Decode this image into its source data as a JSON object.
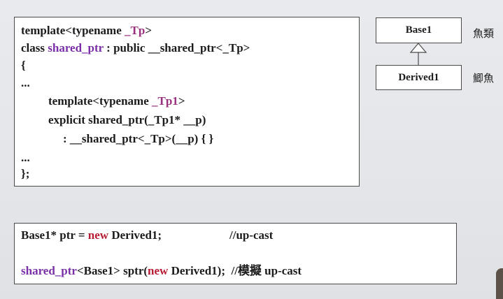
{
  "code_box": {
    "line1": {
      "a": "template<typename ",
      "b": "_Tp",
      "c": ">"
    },
    "line2": {
      "a": "class ",
      "b": "shared_ptr",
      "c": " : public __shared_ptr<",
      "d": "_Tp",
      "e": ">"
    },
    "line3": "{",
    "line4": "...",
    "line5": {
      "a": "template<typename ",
      "b": "_Tp1",
      "c": ">"
    },
    "line6": "explicit shared_ptr(_Tp1* __p)",
    "line7": ": __shared_ptr<_Tp>(__p) { }",
    "line8": "...",
    "line9": "};"
  },
  "usage_box": {
    "line1": {
      "a": "Base1* ptr = ",
      "kw": "new",
      "b": " Derived1;",
      "comment": "//up-cast"
    },
    "line2": {
      "a": "shared_ptr",
      "b": "<Base1> sptr(",
      "kw": "new",
      "c": " Derived1);  //模擬 up-cast"
    }
  },
  "diagram": {
    "base_class": "Base1",
    "derived_class": "Derived1",
    "base_label": "魚類",
    "derived_label": "鯽魚"
  }
}
